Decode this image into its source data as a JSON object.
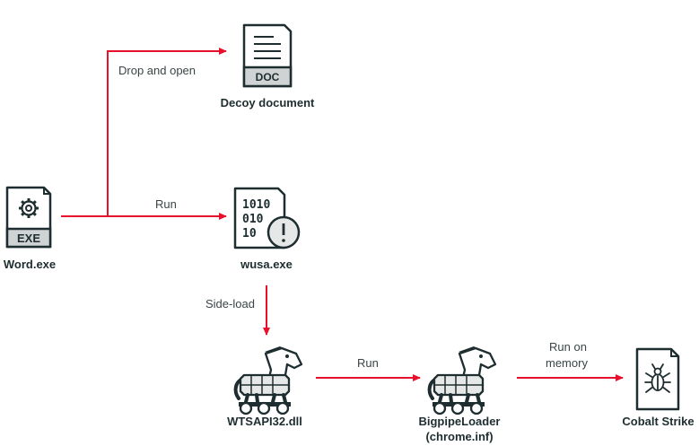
{
  "nodes": {
    "word": {
      "label": "Word.exe",
      "badge": "EXE",
      "icon": "gear-icon"
    },
    "decoy": {
      "label": "Decoy document",
      "badge": "DOC",
      "icon": "document-lines-icon"
    },
    "wusa": {
      "label": "wusa.exe",
      "bits": [
        "1010",
        "010",
        "10"
      ],
      "icon": "exclamation-icon"
    },
    "wtsapi": {
      "label": "WTSAPI32.dll",
      "icon": "trojan-horse-icon"
    },
    "bigpipe": {
      "label_line1": "BigpipeLoader",
      "label_line2": "(chrome.inf)",
      "icon": "trojan-horse-icon"
    },
    "cobalt": {
      "label": "Cobalt Strike",
      "icon": "bug-icon"
    }
  },
  "edges": {
    "drop_open": "Drop and open",
    "run_wusa": "Run",
    "side_load": "Side-load",
    "run_bigpipe": "Run",
    "run_memory_line1": "Run on",
    "run_memory_line2": "memory"
  },
  "colors": {
    "arrow": "#e8112d",
    "ink": "#1e2d2f",
    "paper": "#ffffff",
    "shade": "#e6e8e8",
    "badge": "#cfd3d3"
  }
}
